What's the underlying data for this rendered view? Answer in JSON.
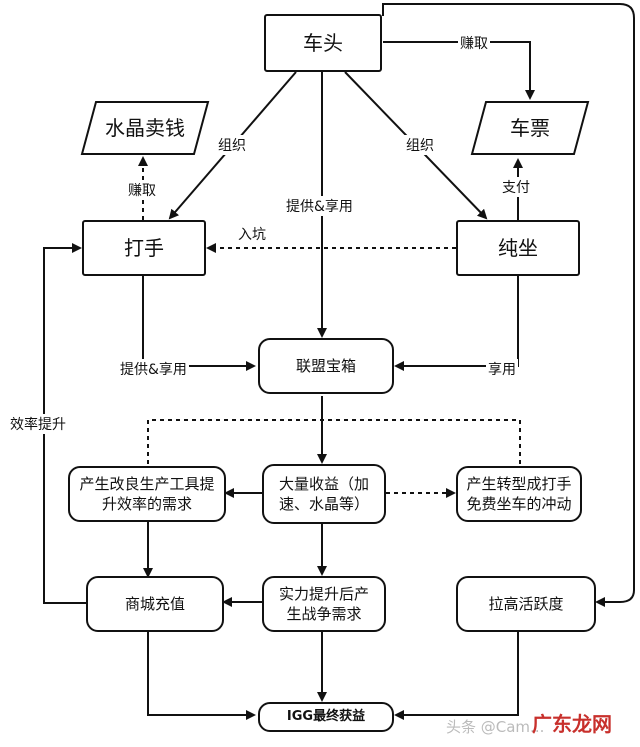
{
  "nodes": {
    "chetou": "车头",
    "shuijing": "水晶卖钱",
    "chepiao": "车票",
    "dashou": "打手",
    "chunzuo": "纯坐",
    "baoxiang": "联盟宝箱",
    "shengchan": "产生改良生产工具提升效率的需求",
    "shouyi": "大量收益（加速、水晶等）",
    "zhuanxing": "产生转型成打手免费坐车的冲动",
    "shangcheng": "商城充值",
    "shili": "实力提升后产生战争需求",
    "huoyue": "拉高活跃度",
    "igg": "IGG最终获益"
  },
  "edge_labels": {
    "zhuanqu_top": "赚取",
    "zuzhi_left": "组织",
    "zuzhi_right": "组织",
    "tigong_center": "提供&享用",
    "zhuanqu_left": "赚取",
    "zhifu": "支付",
    "rukeng": "入坑",
    "tigong_left": "提供&享用",
    "xiangyong": "享用",
    "xiaolv": "效率提升"
  },
  "watermark": {
    "author": "头条 @Cam...",
    "brand": "广东龙网"
  }
}
